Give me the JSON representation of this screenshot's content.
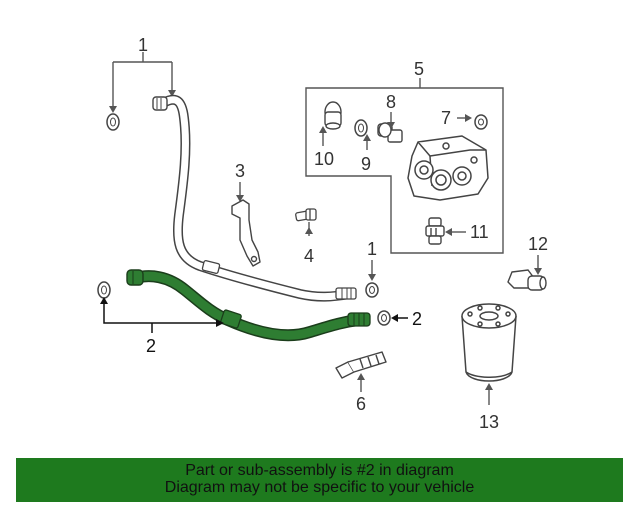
{
  "callouts": {
    "c1_top": "1",
    "c1_mid": "1",
    "c2_left": "2",
    "c2_right": "2",
    "c3": "3",
    "c4": "4",
    "c5": "5",
    "c6": "6",
    "c7": "7",
    "c8": "8",
    "c9": "9",
    "c10": "10",
    "c11": "11",
    "c12": "12",
    "c13": "13"
  },
  "highlight_color": "#2e7d32",
  "banner": {
    "line1": "Part or sub-assembly is #2 in diagram",
    "line2": "Diagram may not be specific to your vehicle",
    "background": "#1e7a1e"
  }
}
